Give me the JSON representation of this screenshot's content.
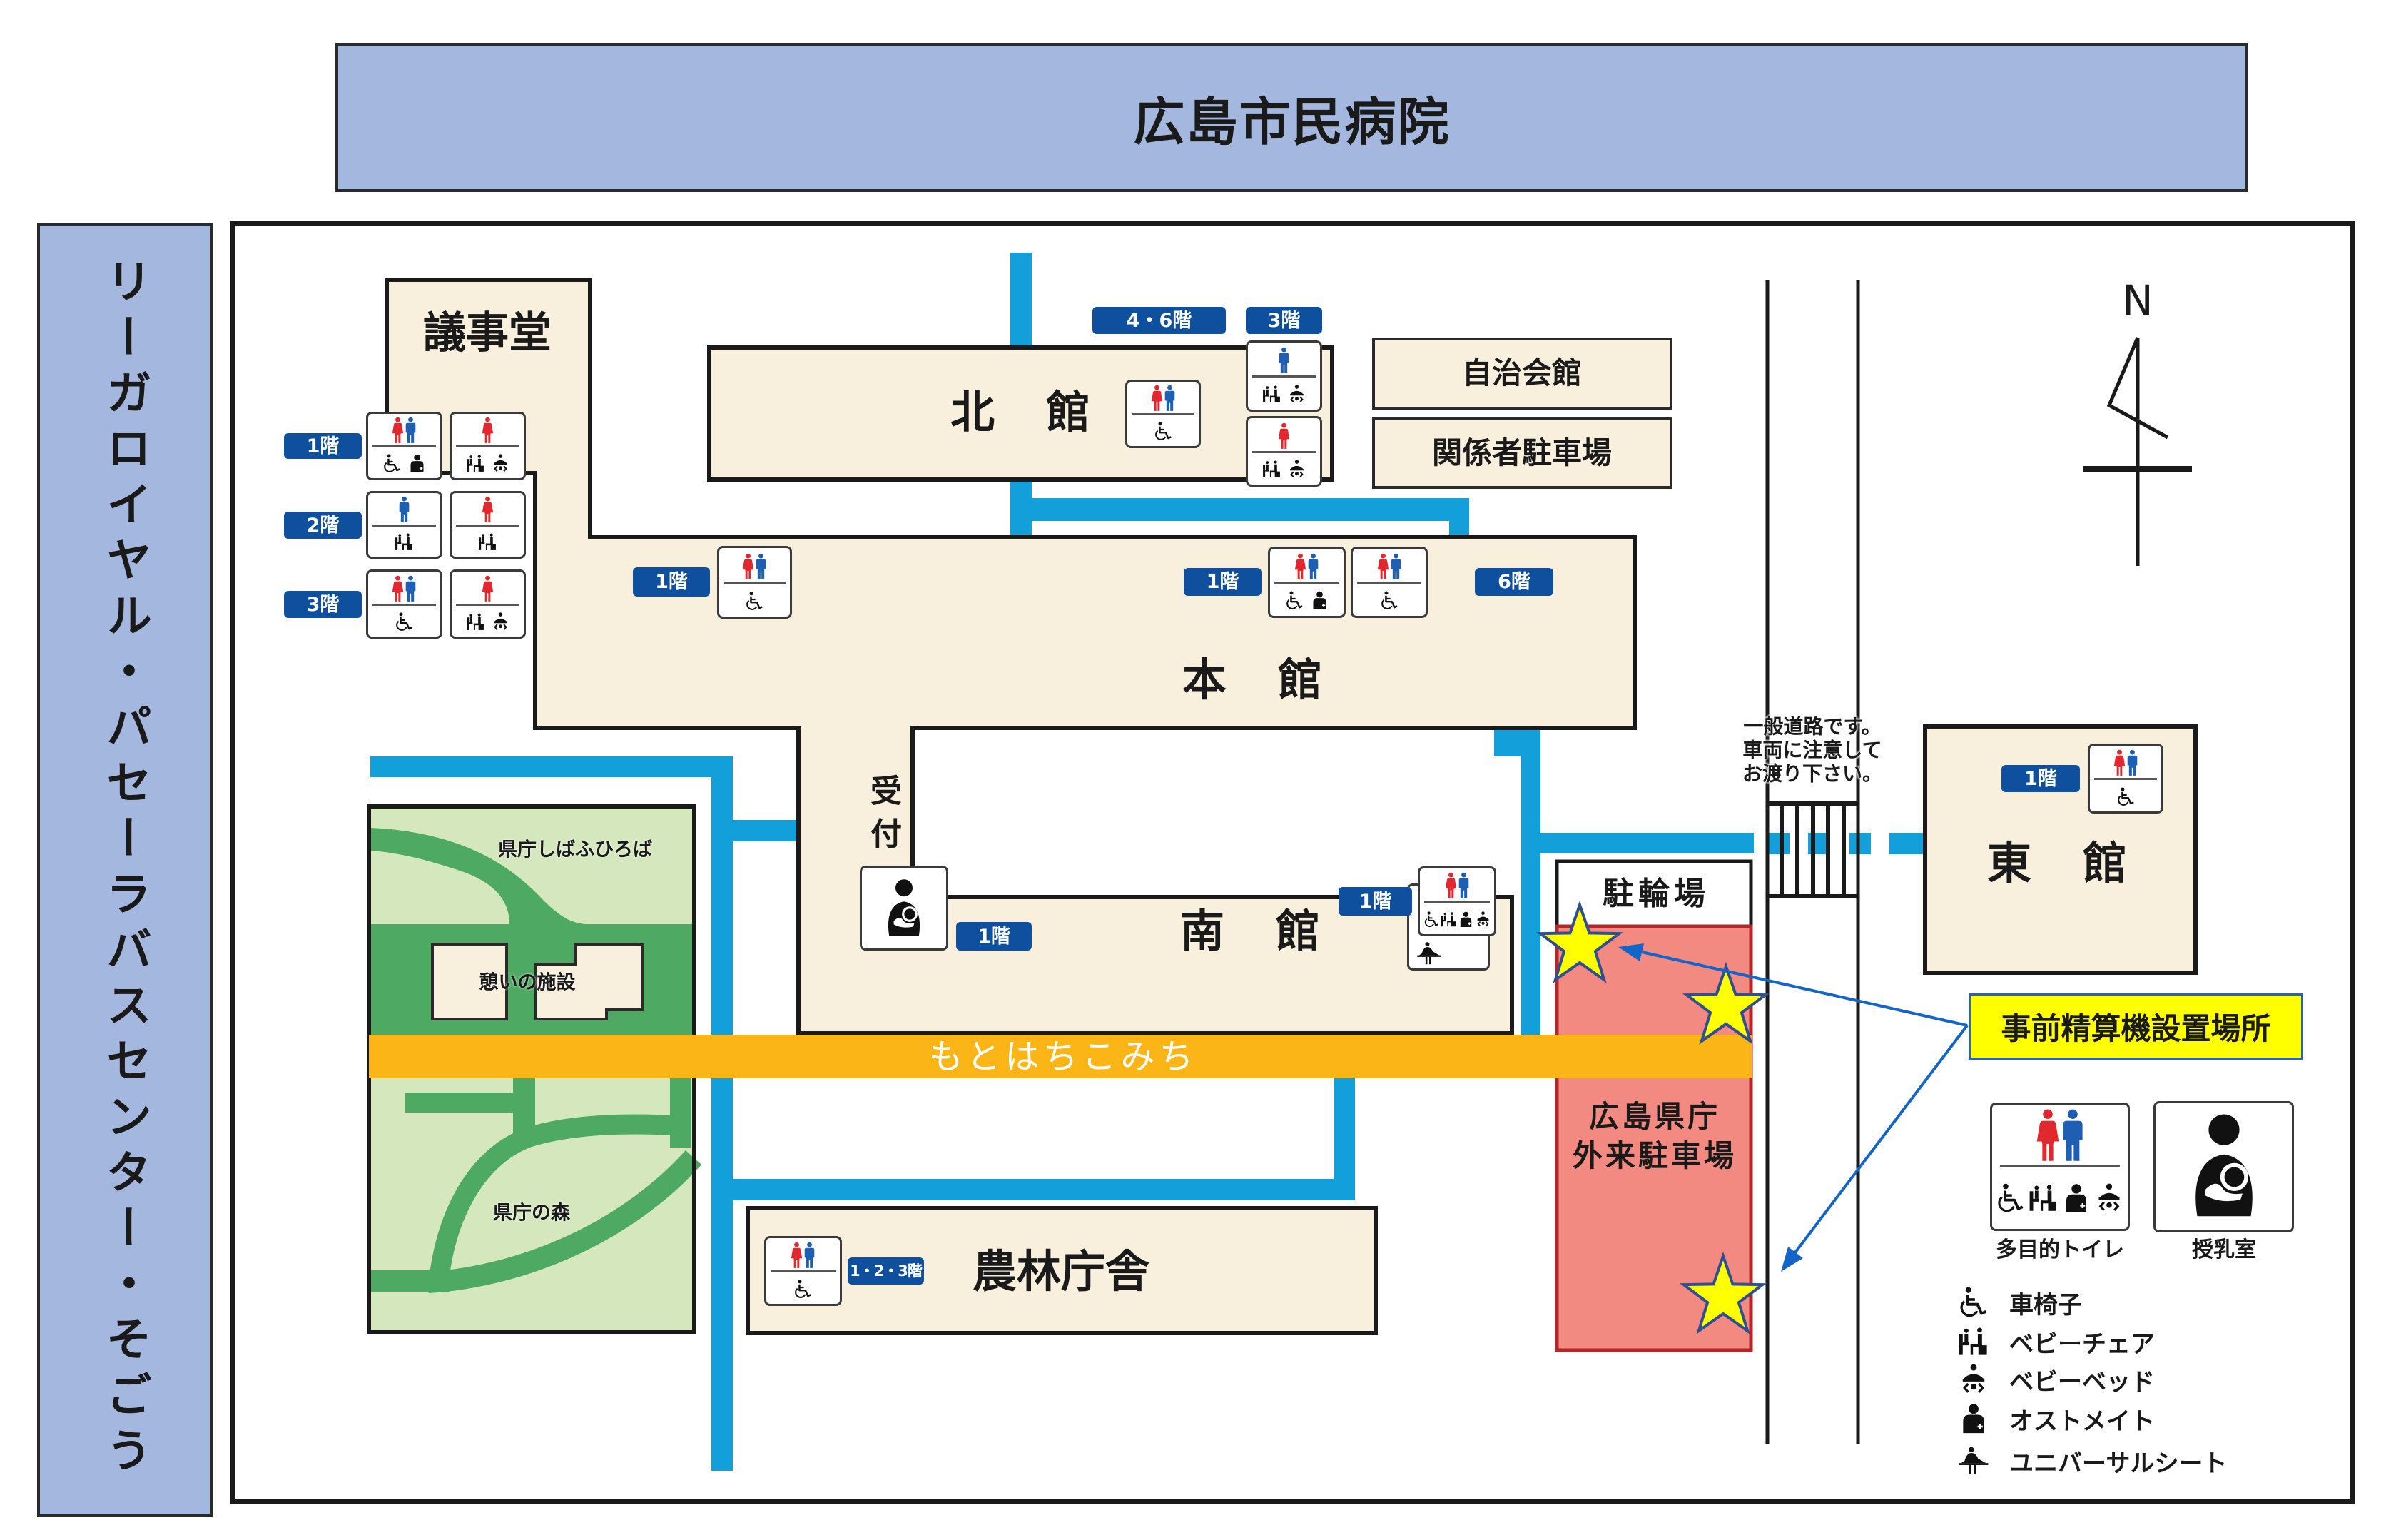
{
  "header": {
    "title": "広島市民病院"
  },
  "sidebar": {
    "label": "リーガロイヤル・パセーラバスセンター・そごう"
  },
  "buildings": {
    "gijido": {
      "name": "議事堂",
      "floor_labels": [
        "1階",
        "2階",
        "3階"
      ]
    },
    "kitakan": {
      "name": "北館",
      "floor_labels": [
        "4・6階",
        "3階"
      ]
    },
    "honkan": {
      "name": "本館",
      "floor_labels": [
        "1階",
        "1階",
        "6階"
      ]
    },
    "minamikan": {
      "name": "南館",
      "floor_labels": [
        "1階",
        "1階"
      ],
      "reception": "受付"
    },
    "higashikan": {
      "name": "東館",
      "floor_labels": [
        "1階"
      ]
    },
    "norin": {
      "name": "農林庁舎",
      "floor_labels": [
        "1・2・3階"
      ]
    },
    "jichikaikan": {
      "name": "自治会館"
    },
    "staff_parking": {
      "name": "関係者駐車場"
    },
    "bike_parking": {
      "name": "駐輪場"
    },
    "visitor_parking": {
      "name_line1": "広島県庁",
      "name_line2": "外来駐車場"
    }
  },
  "park": {
    "lawn": "県庁しばふひろば",
    "rest_facility": "憩いの施設",
    "forest": "県庁の森"
  },
  "street": {
    "name": "もとはちこみち"
  },
  "road_notice": {
    "line1": "一般道路です。",
    "line2": "車両に注意して",
    "line3": "お渡り下さい。"
  },
  "compass": {
    "label": "N"
  },
  "payment_machines": {
    "callout": "事前精算機設置場所",
    "count": 3,
    "marker_icon": "star"
  },
  "facility_signs": [
    {
      "building": "議事堂",
      "figures": [
        "female",
        "male"
      ],
      "facilities": [
        "wheelchair",
        "ostomate"
      ]
    },
    {
      "building": "議事堂",
      "figures": [
        "female"
      ],
      "facilities": [
        "baby-chair",
        "baby-bed"
      ]
    },
    {
      "building": "議事堂",
      "figures": [
        "male"
      ],
      "facilities": [
        "baby-chair"
      ]
    },
    {
      "building": "議事堂",
      "figures": [
        "female"
      ],
      "facilities": [
        "baby-chair"
      ]
    },
    {
      "building": "議事堂",
      "figures": [
        "female",
        "male"
      ],
      "facilities": [
        "wheelchair"
      ]
    },
    {
      "building": "議事堂",
      "figures": [
        "female"
      ],
      "facilities": [
        "baby-chair",
        "baby-bed"
      ]
    },
    {
      "building": "北館",
      "figures": [
        "female",
        "male"
      ],
      "facilities": [
        "wheelchair"
      ]
    },
    {
      "building": "北館",
      "figures": [
        "male"
      ],
      "facilities": [
        "baby-chair",
        "baby-bed"
      ]
    },
    {
      "building": "北館",
      "figures": [
        "female"
      ],
      "facilities": [
        "baby-chair",
        "baby-bed"
      ]
    },
    {
      "building": "本館",
      "figures": [
        "female",
        "male"
      ],
      "facilities": [
        "wheelchair"
      ]
    },
    {
      "building": "本館",
      "figures": [
        "female",
        "male"
      ],
      "facilities": [
        "wheelchair",
        "ostomate"
      ]
    },
    {
      "building": "本館",
      "figures": [
        "female",
        "male"
      ],
      "facilities": [
        "wheelchair"
      ]
    },
    {
      "building": "南館",
      "figures": [
        "female",
        "male"
      ],
      "facilities": [
        "wheelchair",
        "baby-chair",
        "ostomate",
        "baby-bed"
      ]
    },
    {
      "building": "南館",
      "figures": [],
      "facilities": [
        "universal-seat"
      ]
    },
    {
      "building": "農林庁舎",
      "figures": [
        "female",
        "male"
      ],
      "facilities": [
        "wheelchair"
      ]
    },
    {
      "building": "東館",
      "figures": [
        "female",
        "male"
      ],
      "facilities": [
        "wheelchair"
      ]
    }
  ],
  "nursing_sign": {
    "building": "南館",
    "icon": "nursing"
  },
  "legend": {
    "multipurpose_toilet": {
      "label": "多目的トイレ",
      "figures": [
        "female",
        "male"
      ],
      "facilities": [
        "wheelchair",
        "baby-chair",
        "ostomate",
        "baby-bed"
      ]
    },
    "nursing_room": {
      "label": "授乳室",
      "icon": "nursing"
    },
    "items": [
      {
        "icon": "wheelchair",
        "label": "車椅子"
      },
      {
        "icon": "baby-chair",
        "label": "ベビーチェア"
      },
      {
        "icon": "baby-bed",
        "label": "ベビーベッド"
      },
      {
        "icon": "ostomate",
        "label": "オストメイト"
      },
      {
        "icon": "universal-seat",
        "label": "ユニバーサルシート"
      }
    ]
  },
  "colors": {
    "header_fill": "#a4b8df",
    "building_fill": "#f8efdc",
    "walkway_blue": "#139fd9",
    "street_orange": "#fbb516",
    "park_light": "#d5e7bc",
    "park_dark": "#4eaa62",
    "parking_red": "#f38a82",
    "parking_border": "#b5262b",
    "floor_label": "#0e4f9e",
    "callout_fill": "#ffff00",
    "star_fill": "#ffff00",
    "arrow_blue": "#1565c8",
    "female": "#e0282e",
    "male": "#1e5fb4"
  }
}
